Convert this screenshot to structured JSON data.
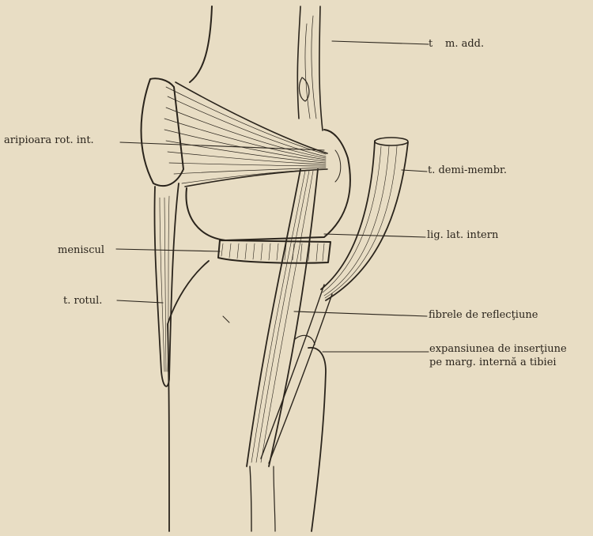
{
  "labels": {
    "m_add": "m. add.",
    "m_add_prefix": "t",
    "aripioara": "aripioara rot. int.",
    "demi_membr": "t. demi-membr.",
    "meniscul": "meniscul",
    "lig_lat_intern": "lig. lat. intern",
    "t_rotul": "t. rotul.",
    "fibrele": "fibrele de reflecţiune",
    "expansiunea_line1": "expansiunea de inserţiune",
    "expansiunea_line2": "pe marg. internă a tibiei"
  },
  "colors": {
    "paper": "#e8ddc4",
    "ink": "#2a241c"
  }
}
